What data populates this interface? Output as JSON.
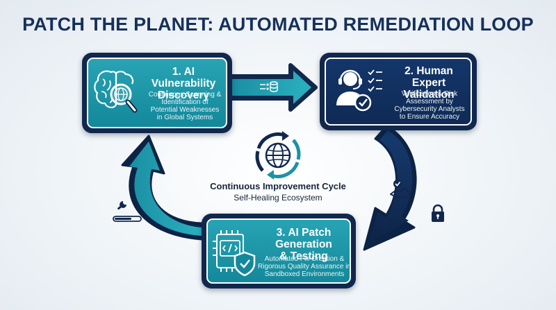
{
  "title": "PATCH THE PLANET: AUTOMATED REMEDIATION LOOP",
  "steps": [
    {
      "title_line1": "1. AI Vulnerability",
      "title_line2": "Discovery",
      "desc_line1": "Continuous Scanning &",
      "desc_line2": "Identification of",
      "desc_line3": "Potential Weaknesses",
      "desc_line4": "in Global Systems",
      "icon": "brain-magnifier-icon"
    },
    {
      "title_line1": "2. Human Expert",
      "title_line2": "Validation",
      "desc_line1": "Verification & Risk",
      "desc_line2": "Assessment by",
      "desc_line3": "Cybersecurity Analysts",
      "desc_line4": "to Ensure Accuracy",
      "icon": "headset-checklist-icon"
    },
    {
      "title_line1": "3. AI Patch Generation",
      "title_line2": "& Testing",
      "desc_line1": "Automated Fix Creation &",
      "desc_line2": "Rigorous Quality Assurance in",
      "desc_line3": "Sandboxed Environments",
      "icon": "code-shield-icon"
    }
  ],
  "center": {
    "title": "Continuous Improvement Cycle",
    "subtitle": "Self-Healing Ecosystem",
    "icon": "globe-cycle-icon"
  },
  "colors": {
    "navy": "#11284d",
    "teal": "#1b93a5",
    "title": "#16305a"
  }
}
